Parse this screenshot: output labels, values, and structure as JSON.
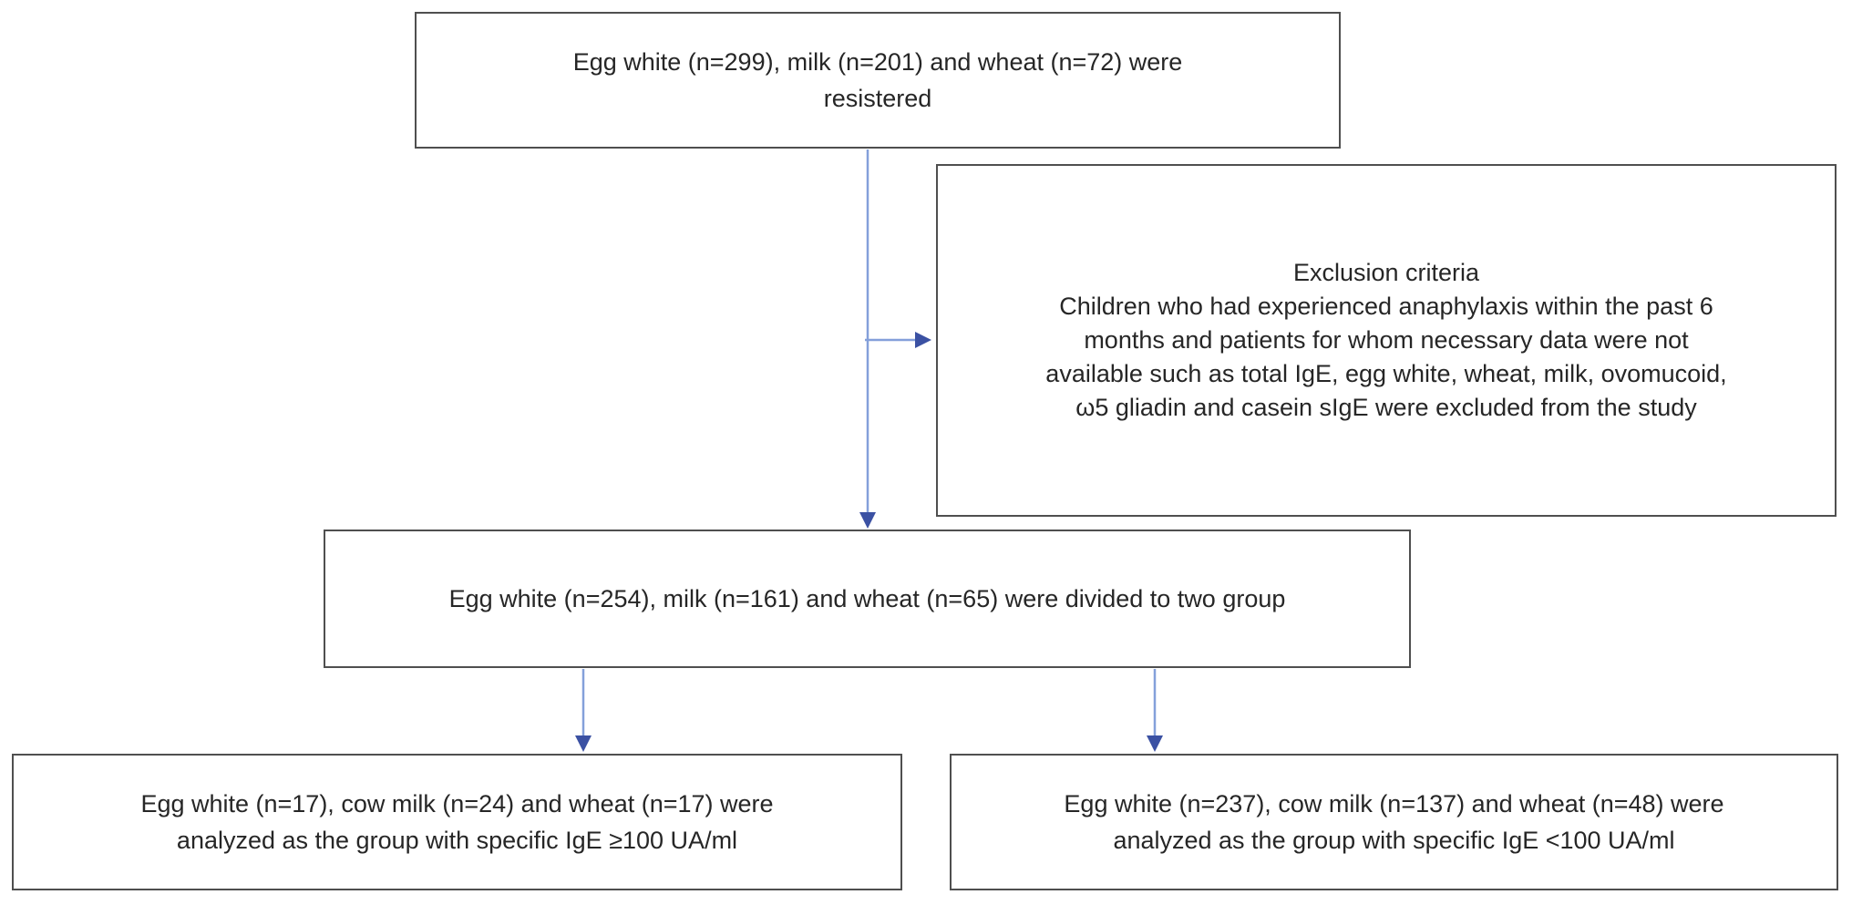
{
  "nodes": {
    "registered": {
      "lines": [
        "Egg white (n=299), milk (n=201) and wheat (n=72) were",
        "resistered"
      ]
    },
    "exclusion": {
      "lines": [
        "Exclusion criteria",
        "Children who had experienced anaphylaxis within the past 6",
        "months and patients for whom necessary data were not",
        "available such as total IgE, egg white, wheat, milk, ovomucoid,",
        "ω5 gliadin and casein sIgE were excluded from the study"
      ]
    },
    "divided": {
      "lines": [
        "Egg white (n=254), milk (n=161) and wheat (n=65) were divided to two group"
      ]
    },
    "group_high": {
      "lines": [
        "Egg white (n=17), cow milk (n=24) and wheat (n=17) were",
        "analyzed as the group with specific IgE ≥100 UA/ml"
      ]
    },
    "group_low": {
      "lines": [
        "Egg white (n=237), cow milk (n=137) and wheat (n=48) were",
        "analyzed as the group with specific IgE <100 UA/ml"
      ]
    }
  },
  "colors": {
    "background": "#ffffff",
    "box_fill": "#ffffff",
    "box_border": "#4f4f4f",
    "text": "#262626",
    "connector_shaft": "#84a0da",
    "connector_head": "#3b51a3"
  }
}
